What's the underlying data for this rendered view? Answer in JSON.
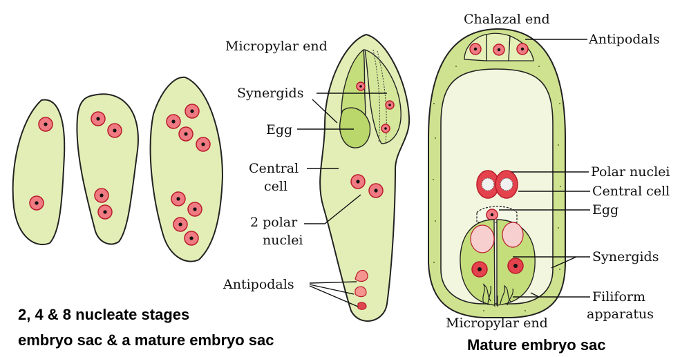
{
  "colors": {
    "sac_fill": "#e2eeb6",
    "nucleus_fill": "#f07a82",
    "nucleus_outline": "#b91b2a",
    "synergid_fill": "#c5de7c",
    "vacuole_fill": "#f8cfcf",
    "wall_fill": "#cfe28f"
  },
  "captions": {
    "stages_line1": "2, 4 & 8 nucleate stages",
    "stages_line2": "embryo sac & a mature embryo sac",
    "mature": "Mature embryo sac"
  },
  "middle_labels": {
    "micropylar_end": "Micropylar end",
    "synergids": "Synergids",
    "egg": "Egg",
    "central_cell_line1": "Central",
    "central_cell_line2": "cell",
    "polar_line1": "2 polar",
    "polar_line2": "nuclei",
    "antipodals": "Antipodals"
  },
  "right_labels": {
    "chalazal_end": "Chalazal end",
    "antipodals": "Antipodals",
    "polar_nuclei": "Polar nuclei",
    "central_cell": "Central cell",
    "egg": "Egg",
    "synergids": "Synergids",
    "filiform_line1": "Filiform",
    "filiform_line2": "apparatus",
    "micropylar_end": "Micropylar end"
  }
}
